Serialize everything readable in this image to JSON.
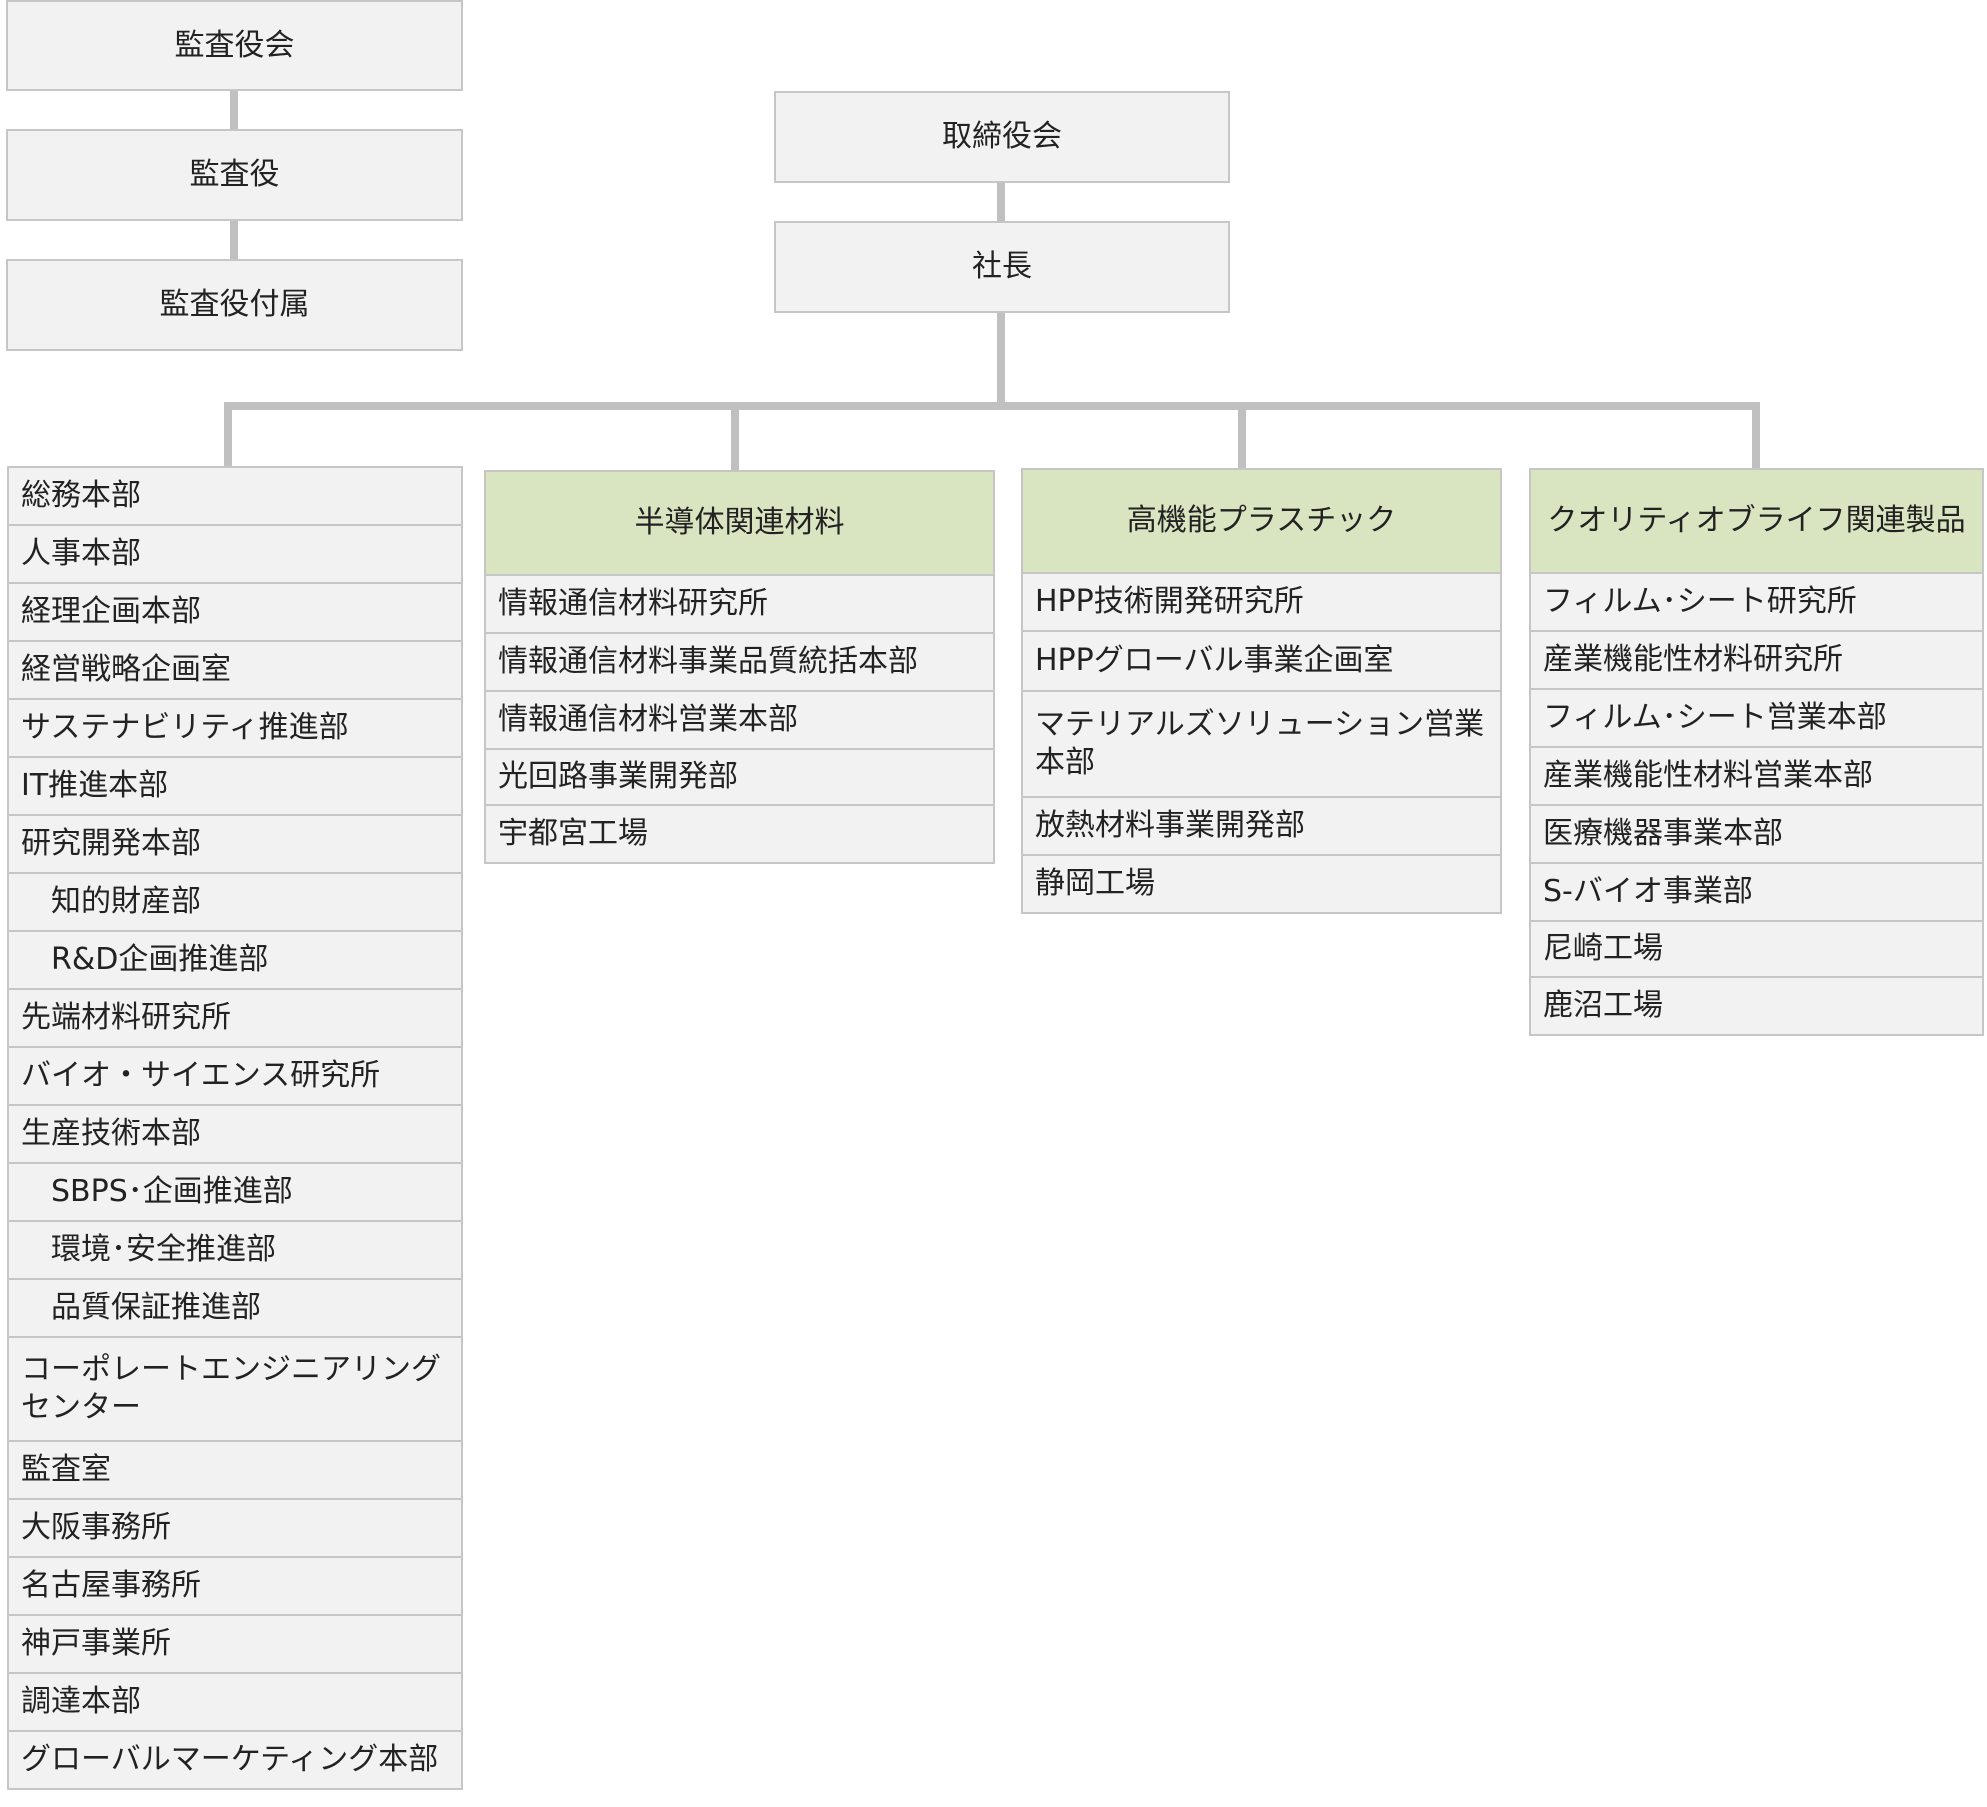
{
  "colors": {
    "box_fill": "#f2f2f2",
    "header_fill": "#d9e4c1",
    "border": "#c6c6c6",
    "connector": "#c0c0c0",
    "text": "#222222"
  },
  "audit": {
    "board": "監査役会",
    "auditor": "監査役",
    "attached": "監査役付属"
  },
  "board": "取締役会",
  "president": "社長",
  "corporate": {
    "items": [
      {
        "label": "総務本部"
      },
      {
        "label": "人事本部"
      },
      {
        "label": "経理企画本部"
      },
      {
        "label": "経営戦略企画室"
      },
      {
        "label": "サステナビリティ推進部"
      },
      {
        "label": "IT推進本部"
      },
      {
        "label": "研究開発本部"
      },
      {
        "label": "知的財産部"
      },
      {
        "label": "R&D企画推進部"
      },
      {
        "label": "先端材料研究所"
      },
      {
        "label": "バイオ・サイエンス研究所"
      },
      {
        "label": "生産技術本部"
      },
      {
        "label": "SBPS･企画推進部"
      },
      {
        "label": "環境･安全推進部"
      },
      {
        "label": "品質保証推進部"
      },
      {
        "label": "コーポレートエンジニアリング センター"
      },
      {
        "label": "監査室"
      },
      {
        "label": "大阪事務所"
      },
      {
        "label": "名古屋事務所"
      },
      {
        "label": "神戸事業所"
      },
      {
        "label": "調達本部"
      },
      {
        "label": "グローバルマーケティング本部"
      }
    ]
  },
  "segments": [
    {
      "title": "半導体関連材料",
      "items": [
        {
          "label": "情報通信材料研究所"
        },
        {
          "label": "情報通信材料事業品質統括本部"
        },
        {
          "label": "情報通信材料営業本部"
        },
        {
          "label": "光回路事業開発部"
        },
        {
          "label": "宇都宮工場"
        }
      ]
    },
    {
      "title": "高機能プラスチック",
      "items": [
        {
          "label": "HPP技術開発研究所"
        },
        {
          "label": "HPPグローバル事業企画室"
        },
        {
          "label": "マテリアルズソリューション営業本部"
        },
        {
          "label": "放熱材料事業開発部"
        },
        {
          "label": "静岡工場"
        }
      ]
    },
    {
      "title": "クオリティオブライフ関連製品",
      "items": [
        {
          "label": "フィルム･シート研究所"
        },
        {
          "label": "産業機能性材料研究所"
        },
        {
          "label": "フィルム･シート営業本部"
        },
        {
          "label": "産業機能性材料営業本部"
        },
        {
          "label": "医療機器事業本部"
        },
        {
          "label": "S-バイオ事業部"
        },
        {
          "label": "尼崎工場"
        },
        {
          "label": "鹿沼工場"
        }
      ]
    }
  ]
}
